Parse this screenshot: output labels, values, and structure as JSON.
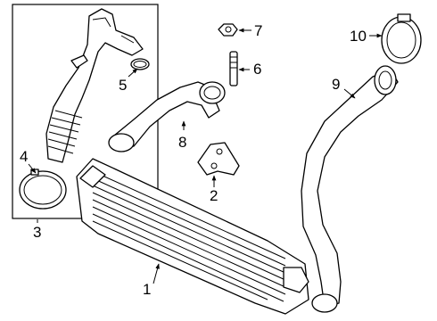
{
  "diagram": {
    "callouts": [
      {
        "id": "1",
        "part": "intercooler"
      },
      {
        "id": "2",
        "part": "mounting-bracket"
      },
      {
        "id": "3",
        "part": "inlet-hose-assembly"
      },
      {
        "id": "4",
        "part": "hose-clamp"
      },
      {
        "id": "5",
        "part": "o-ring-seal"
      },
      {
        "id": "6",
        "part": "stud"
      },
      {
        "id": "7",
        "part": "nut"
      },
      {
        "id": "8",
        "part": "intake-tube"
      },
      {
        "id": "9",
        "part": "outlet-hose"
      },
      {
        "id": "10",
        "part": "outlet-hose-clamp"
      }
    ]
  }
}
